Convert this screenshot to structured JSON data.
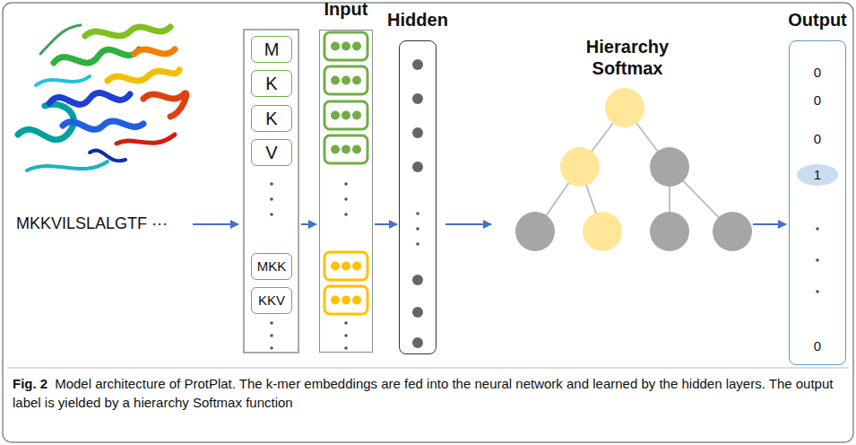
{
  "diagram": {
    "caption": "Model architecture of ProtPlat. The k-mer embeddings are fed into the neural network and learned by the hidden layers. The output label is yielded by a hierarchy Softmax function",
    "nodes": [
      {
        "text": [
          "M"
        ]
      },
      {
        "text": [
          "K"
        ]
      },
      {
        "text": [
          "K"
        ]
      },
      {
        "text": [
          "V"
        ]
      },
      {
        "text": [
          "MKK"
        ]
      },
      {
        "text": [
          "KKV"
        ]
      },
      {
        "text": [
          "Input"
        ]
      },
      {
        "text": [
          "Hidden"
        ]
      },
      {
        "text": [
          "Output",
          "0",
          "0",
          "0",
          "1",
          "0"
        ]
      }
    ],
    "edges": [
      {
        "from": 6,
        "to": 7,
        "arrow": "to"
      }
    ],
    "labels": [
      "MKKVILSLALGTF ···",
      "Hierarchy Softmax",
      "Fig. 2"
    ]
  }
}
